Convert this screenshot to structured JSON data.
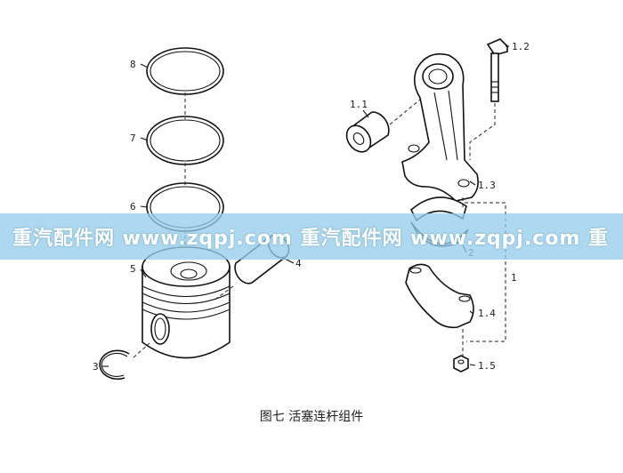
{
  "labels": {
    "ring8": "8",
    "ring7": "7",
    "ring6": "6",
    "piston": "5",
    "pin": "4",
    "circlip": "3",
    "rod_bushing": "1.1",
    "rod_bolt": "1.2",
    "rod_body": "1.3",
    "rod_cap": "1.4",
    "rod_nut": "1.5",
    "bearing": "2",
    "rod_assembly": "1"
  },
  "watermark": "重汽配件网  www.zqpj.com  重汽配件网  www.zqpj.com 重",
  "caption": "图七    活塞连杆组件"
}
